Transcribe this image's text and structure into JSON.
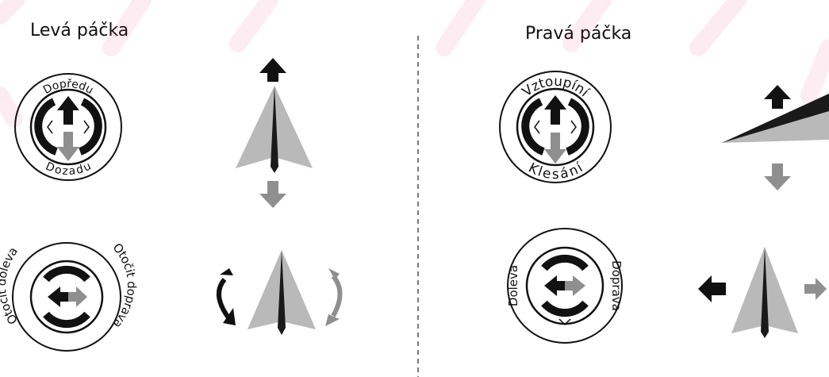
{
  "sections": {
    "left": {
      "heading": "Levá páčka",
      "stick_top": {
        "label_top": "Dopředu",
        "label_bottom": "Dozadu"
      },
      "stick_bottom": {
        "label_left": "Otočit doleva",
        "label_right": "Otočit doprava"
      }
    },
    "right": {
      "heading": "Pravá páčka",
      "stick_top": {
        "label_top": "Vztoupíní",
        "label_bottom": "Klesání"
      },
      "stick_bottom": {
        "label_left": "Doleva",
        "label_right": "Doprava"
      }
    }
  },
  "colors": {
    "ink": "#111111",
    "grey_arrow": "#8f8f8f",
    "plane": "#b9b9b9",
    "plane_spine": "#1a1a1a",
    "watermark": "#e0105a"
  }
}
